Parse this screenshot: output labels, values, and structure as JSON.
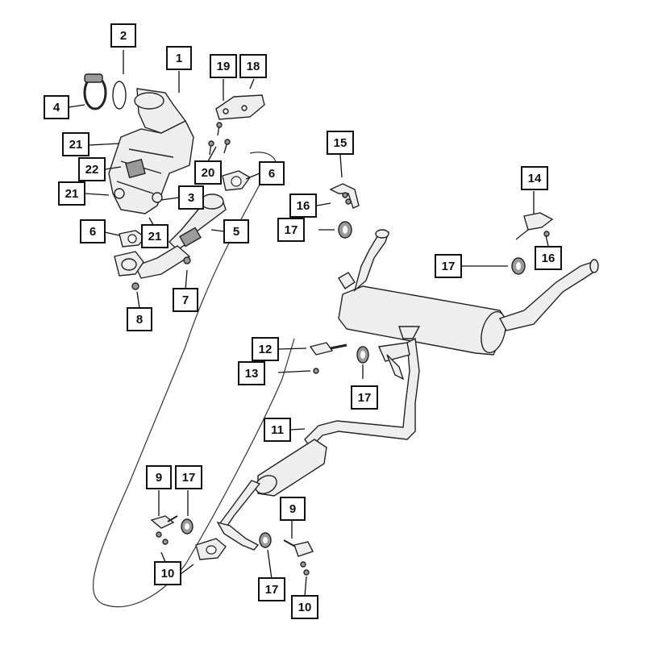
{
  "diagram": {
    "callouts": [
      {
        "id": "c2",
        "label": "2"
      },
      {
        "id": "c1",
        "label": "1"
      },
      {
        "id": "c19",
        "label": "19"
      },
      {
        "id": "c18",
        "label": "18"
      },
      {
        "id": "c4",
        "label": "4"
      },
      {
        "id": "c21a",
        "label": "21"
      },
      {
        "id": "c22",
        "label": "22"
      },
      {
        "id": "c21b",
        "label": "21"
      },
      {
        "id": "c20",
        "label": "20"
      },
      {
        "id": "c6a",
        "label": "6"
      },
      {
        "id": "c3",
        "label": "3"
      },
      {
        "id": "c6b",
        "label": "6"
      },
      {
        "id": "c21c",
        "label": "21"
      },
      {
        "id": "c5",
        "label": "5"
      },
      {
        "id": "c7",
        "label": "7"
      },
      {
        "id": "c8",
        "label": "8"
      },
      {
        "id": "c15",
        "label": "15"
      },
      {
        "id": "c16a",
        "label": "16"
      },
      {
        "id": "c17a",
        "label": "17"
      },
      {
        "id": "c14",
        "label": "14"
      },
      {
        "id": "c17b",
        "label": "17"
      },
      {
        "id": "c16b",
        "label": "16"
      },
      {
        "id": "c12",
        "label": "12"
      },
      {
        "id": "c13",
        "label": "13"
      },
      {
        "id": "c17c",
        "label": "17"
      },
      {
        "id": "c11",
        "label": "11"
      },
      {
        "id": "c9a",
        "label": "9"
      },
      {
        "id": "c17d",
        "label": "17"
      },
      {
        "id": "c9b",
        "label": "9"
      },
      {
        "id": "c10a",
        "label": "10"
      },
      {
        "id": "c17e",
        "label": "17"
      },
      {
        "id": "c10b",
        "label": "10"
      }
    ]
  }
}
